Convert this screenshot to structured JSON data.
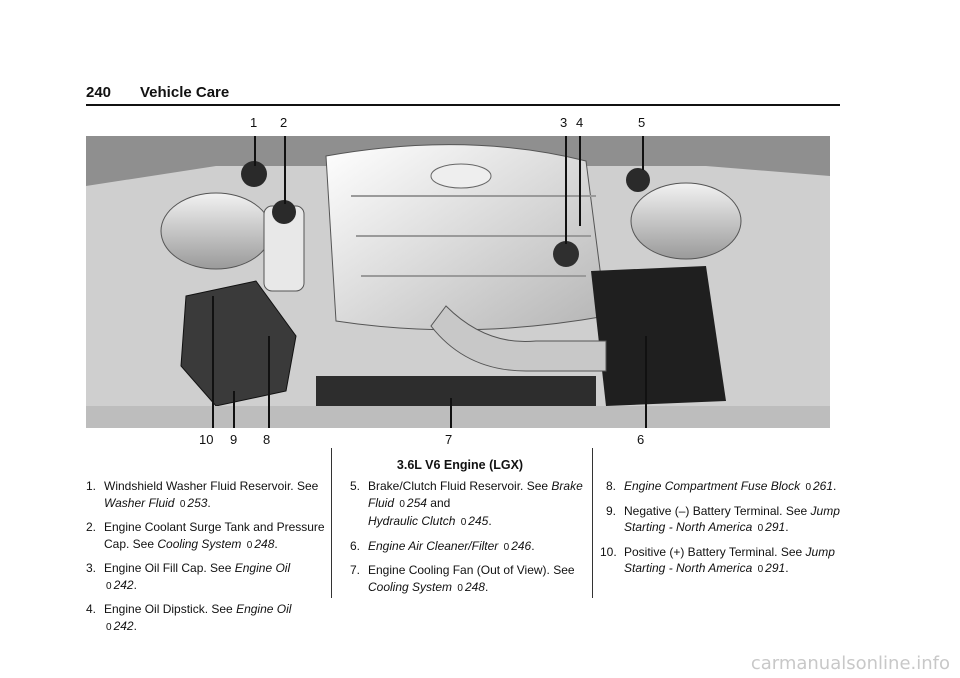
{
  "header": {
    "page_number": "240",
    "section_title": "Vehicle Care"
  },
  "figure": {
    "caption": "3.6L V6 Engine (LGX)",
    "callouts_top": [
      "1",
      "2",
      "3",
      "4",
      "5"
    ],
    "callouts_bottom": [
      "10",
      "9",
      "8",
      "7",
      "6"
    ]
  },
  "columns": {
    "left": [
      {
        "num": "1.",
        "text": "Windshield Washer Fluid Reservoir. See",
        "ref_title": "Washer Fluid",
        "ref_page": "253"
      },
      {
        "num": "2.",
        "text": "Engine Coolant Surge Tank and Pressure Cap. See",
        "ref_title": "Cooling System",
        "ref_page": "248"
      },
      {
        "num": "3.",
        "text": "Engine Oil Fill Cap. See",
        "ref_title": "Engine Oil",
        "ref_page": "242"
      },
      {
        "num": "4.",
        "text": "Engine Oil Dipstick. See",
        "ref_title": "Engine Oil",
        "ref_page": "242"
      }
    ],
    "middle": [
      {
        "num": "5.",
        "text": "Brake/Clutch Fluid Reservoir. See",
        "ref_title": "Brake Fluid",
        "ref_page": "254",
        "join": "and",
        "ref2_title": "Hydraulic Clutch",
        "ref2_page": "245"
      },
      {
        "num": "6.",
        "text": "",
        "ref_title": "Engine Air Cleaner/Filter",
        "ref_page": "246"
      },
      {
        "num": "7.",
        "text": "Engine Cooling Fan (Out of View). See",
        "ref_title": "Cooling System",
        "ref_page": "248"
      }
    ],
    "right": [
      {
        "num": "8.",
        "text": "",
        "ref_title": "Engine Compartment Fuse Block",
        "ref_page": "261"
      },
      {
        "num": "9.",
        "text": "Negative (–) Battery Terminal. See",
        "ref_title": "Jump Starting - North America",
        "ref_page": "291"
      },
      {
        "num": "10.",
        "text": "Positive (+) Battery Terminal. See",
        "ref_title": "Jump Starting - North America",
        "ref_page": "291"
      }
    ]
  },
  "ref_arrow": "0",
  "watermark": "carmanualsonline.info"
}
